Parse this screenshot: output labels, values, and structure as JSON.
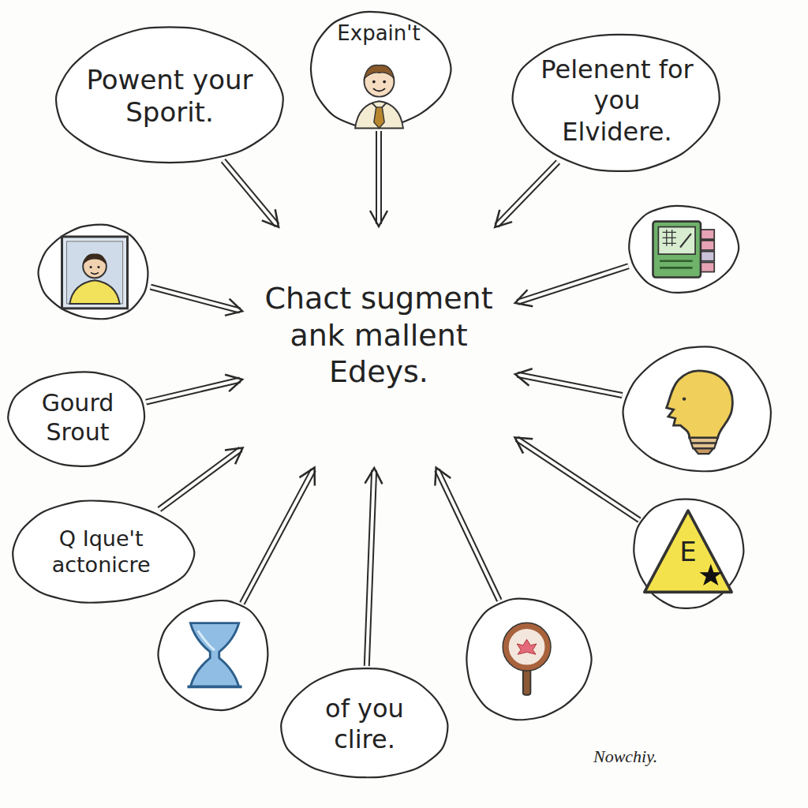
{
  "diagram": {
    "nodes": [
      {
        "text": [
          "Powent your Sporit."
        ]
      },
      {
        "text": [
          "Expain't"
        ]
      },
      {
        "text": [
          "Pelenent for you Elvidere."
        ]
      },
      {
        "text": []
      },
      {
        "text": [
          "Chact sugment ank mallent Edeys."
        ]
      },
      {
        "text": []
      },
      {
        "text": [
          "Gourd Srout"
        ]
      },
      {
        "text": []
      },
      {
        "text": [
          "Q Ique't actonicre"
        ]
      },
      {
        "text": [
          "E"
        ]
      },
      {
        "text": []
      },
      {
        "text": [
          "of you clire."
        ]
      },
      {
        "text": []
      }
    ],
    "edges": [
      {
        "from": 0,
        "to": 4,
        "arrow": "to"
      },
      {
        "from": 1,
        "to": 4,
        "arrow": "to"
      },
      {
        "from": 2,
        "to": 4,
        "arrow": "to"
      },
      {
        "from": 3,
        "to": 4,
        "arrow": "to"
      },
      {
        "from": 5,
        "to": 4,
        "arrow": "to"
      },
      {
        "from": 6,
        "to": 4,
        "arrow": "to"
      },
      {
        "from": 7,
        "to": 4,
        "arrow": "to"
      },
      {
        "from": 8,
        "to": 4,
        "arrow": "to"
      },
      {
        "from": 9,
        "to": 4,
        "arrow": "to"
      },
      {
        "from": 10,
        "to": 4,
        "arrow": "to"
      },
      {
        "from": 11,
        "to": 4,
        "arrow": "to"
      },
      {
        "from": 12,
        "to": 4,
        "arrow": "to"
      }
    ],
    "labels": [
      "Nowchiy."
    ]
  }
}
